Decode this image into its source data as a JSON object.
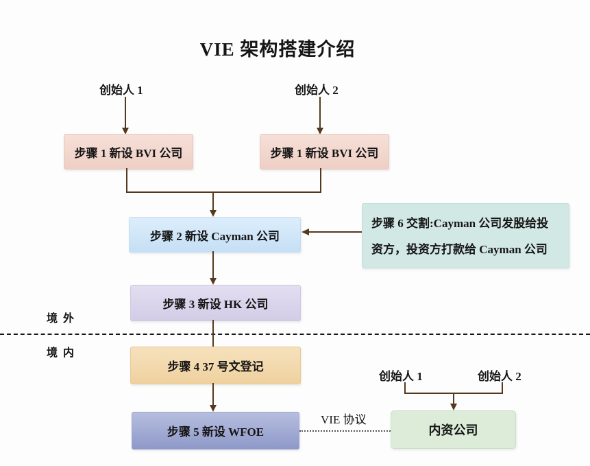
{
  "title": "VIE 架构搭建介绍",
  "labels": {
    "founder1_top": "创始人 1",
    "founder2_top": "创始人 2",
    "step1_left": "步骤 1 新设 BVI 公司",
    "step1_right": "步骤 1 新设 BVI 公司",
    "step2": "步骤 2  新设 Cayman 公司",
    "step3": "步骤 3  新设 HK 公司",
    "step4": "步骤 4  37 号文登记",
    "step5": "步骤 5 新设 WFOE",
    "step6_line1": "步骤 6  交割:Cayman 公司发股给投",
    "step6_line2": "资方，投资方打款给 Cayman 公司",
    "domestic_company": "内资公司",
    "founder1_bottom": "创始人 1",
    "founder2_bottom": "创始人 2",
    "vie_agreement": "VIE 协议",
    "offshore": "境 外",
    "onshore": "境 内"
  },
  "colors": {
    "connector_line": "#54391e",
    "divider_line": "#161616",
    "step1_bg": "#f2d7cd",
    "step2_bg": "#cfe3f6",
    "step3_bg": "#dbd5eb",
    "step4_bg": "#f3d9ac",
    "step5_bg": "#9aa3d0",
    "step6_bg": "#d2e8e4",
    "domestic_bg": "#dcecd9",
    "background": "#fdfdfd"
  }
}
